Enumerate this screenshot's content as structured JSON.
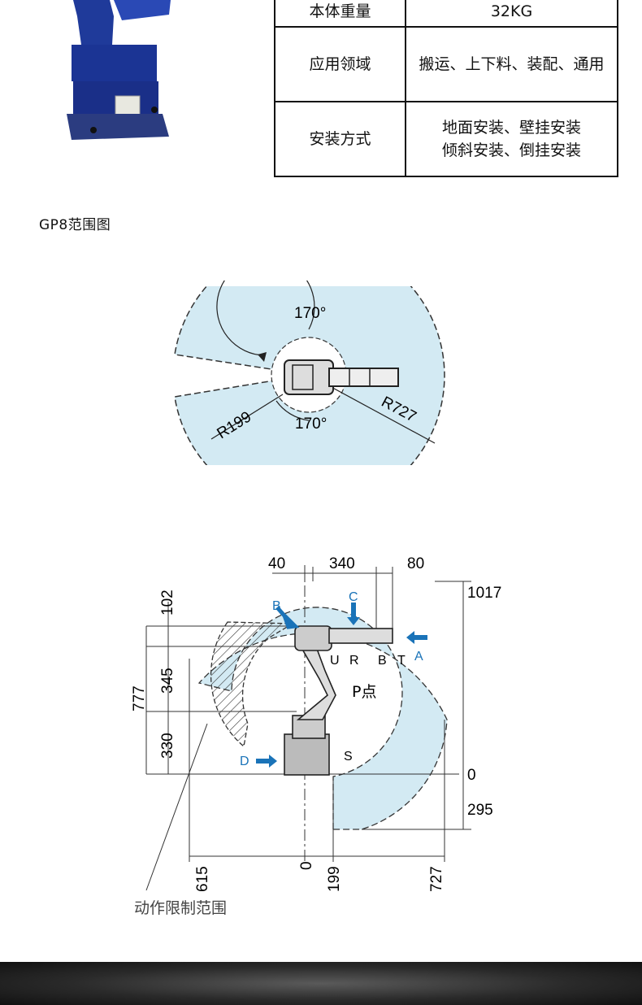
{
  "spec_table": {
    "rows": [
      {
        "key": "本体重量",
        "value_lines": [
          "32KG"
        ]
      },
      {
        "key": "应用领域",
        "value_lines": [
          "搬运、上下料、装配、通用"
        ]
      },
      {
        "key": "安装方式",
        "value_lines": [
          "地面安装、壁挂安装",
          "倾斜安装、倒挂安装"
        ]
      }
    ]
  },
  "section_title": "GP8范围图",
  "top_view": {
    "angle_top": "170°",
    "angle_bottom": "170°",
    "r_inner": "R199",
    "r_outer": "R727"
  },
  "side_view": {
    "dims_top": [
      "40",
      "340",
      "80"
    ],
    "dims_left": [
      "102",
      "345",
      "330"
    ],
    "dim_total_left": "777",
    "dims_right": [
      "1017",
      "0",
      "295"
    ],
    "dims_bottom": [
      "615",
      "0",
      "199",
      "727"
    ],
    "axes": [
      "U",
      "R",
      "B",
      "T",
      "S"
    ],
    "arrows": [
      "A",
      "B",
      "C",
      "D"
    ],
    "p_point": "P点",
    "limit_label": "动作限制范围"
  },
  "colors": {
    "envelope": "#d3eaf3",
    "arrow": "#1a73b8"
  }
}
